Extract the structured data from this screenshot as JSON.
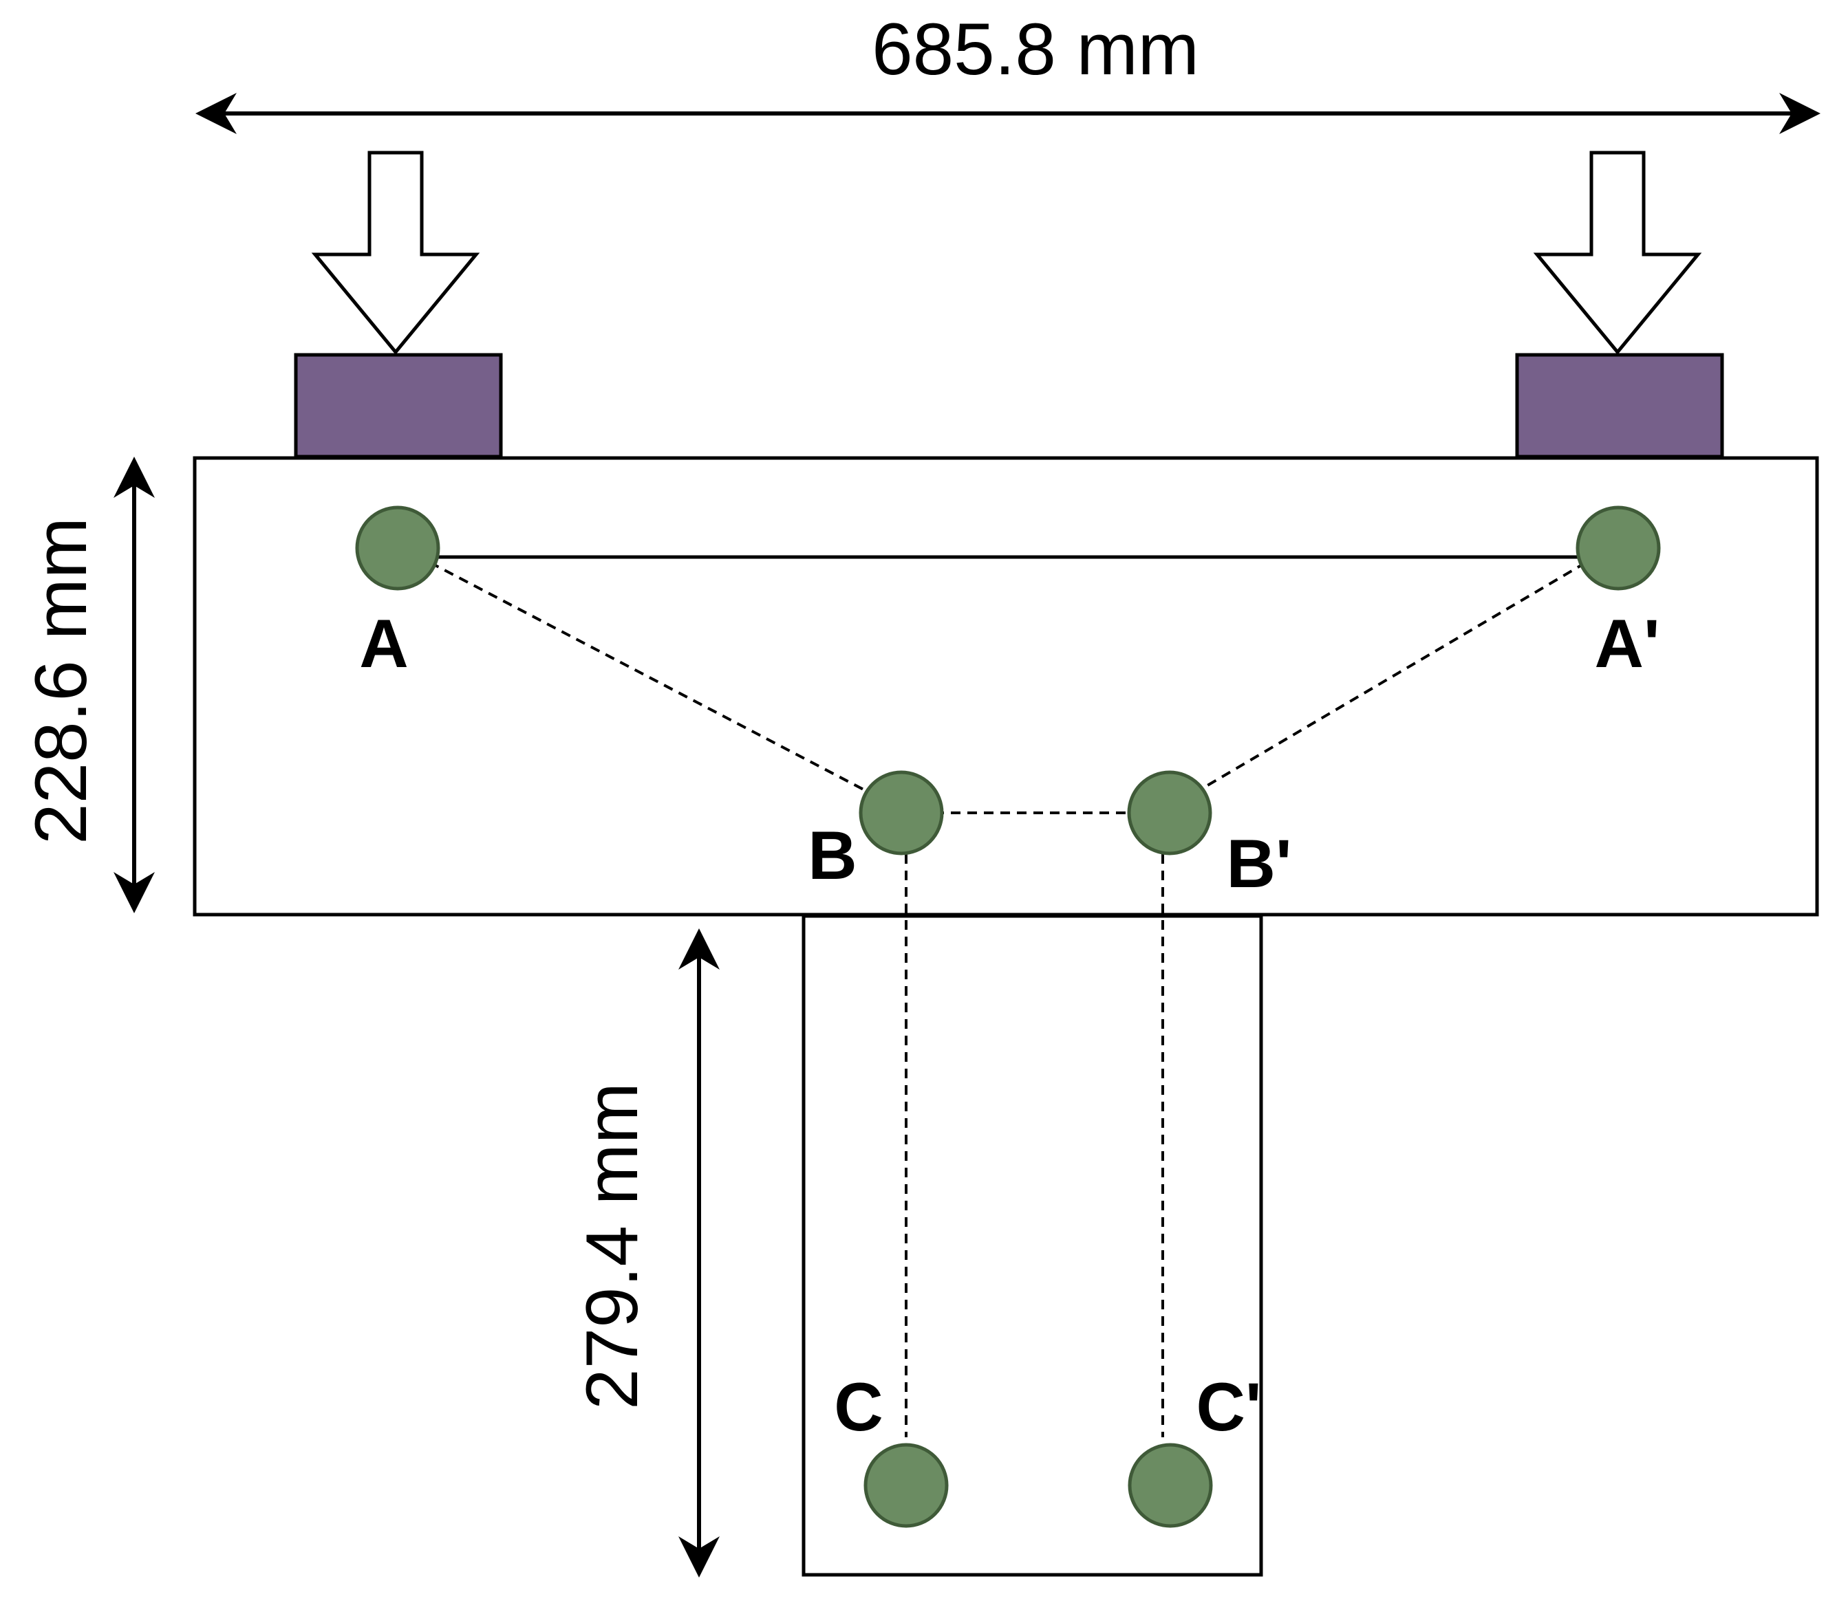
{
  "dimensions": {
    "width_label": "685.8 mm",
    "flange_depth_label": "228.6 mm",
    "web_depth_label": "279.4 mm"
  },
  "nodes": {
    "A": "A",
    "A_prime": "A'",
    "B": "B",
    "B_prime": "B'",
    "C": "C",
    "C_prime": "C'"
  },
  "colors": {
    "node_fill": "#6b8c62",
    "node_stroke": "#3f5a38",
    "bearing_plate": "#76608a",
    "line": "#000000",
    "background": "#ffffff"
  }
}
